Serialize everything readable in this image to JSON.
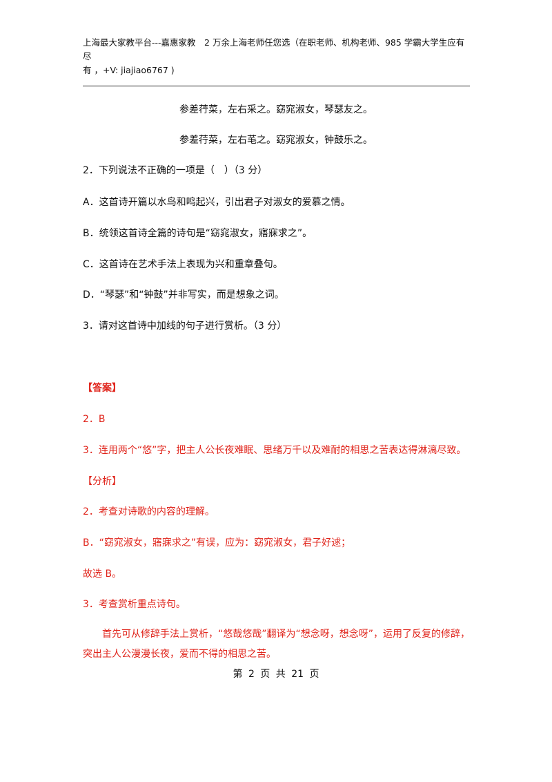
{
  "header": {
    "line1": "上海最大家教平台---嘉惠家教　2 万余上海老师任您选（在职老师、机构老师、985 学霸大学生应有尽",
    "line2": "有 ，+V: jiajiao6767 )"
  },
  "poem": {
    "line1": "参差荇菜，左右采之。窈窕淑女，琴瑟友之。",
    "line2": "参差荇菜，左右芼之。窈窕淑女，钟鼓乐之。"
  },
  "question2": {
    "stem": "2．下列说法不正确的一项是（　）（3 分）",
    "options": [
      "A．这首诗开篇以水鸟和鸣起兴，引出君子对淑女的爱慕之情。",
      "B．统领这首诗全篇的诗句是“窈窕淑女，寤寐求之”。",
      "C．这首诗在艺术手法上表现为兴和重章叠句。",
      "D．“琴瑟”和“钟鼓”并非写实，而是想象之词。"
    ]
  },
  "question3": {
    "stem": "3．请对这首诗中加线的句子进行赏析。（3 分）"
  },
  "answer": {
    "heading": "【答案】",
    "a2": "2．B",
    "a3": "3．连用两个“悠”字，把主人公长夜难眠、思绪万千以及难耐的相思之苦表达得淋漓尽致。"
  },
  "analysis": {
    "heading": "【分析】",
    "p1": "2．考查对诗歌的内容的理解。",
    "p2": "B．“窈窕淑女，寤寐求之”有误，应为：窈窕淑女，君子好逑；",
    "p3": "故选 B。",
    "p4": "3．考查赏析重点诗句。",
    "p5": "首先可从修辞手法上赏析，“悠哉悠哉”翻译为“想念呀，想念呀”，运用了反复的修辞，突出主人公漫漫长夜，爱而不得的相思之苦。"
  },
  "footer": {
    "page_label": "第 2 页 共 21 页"
  }
}
